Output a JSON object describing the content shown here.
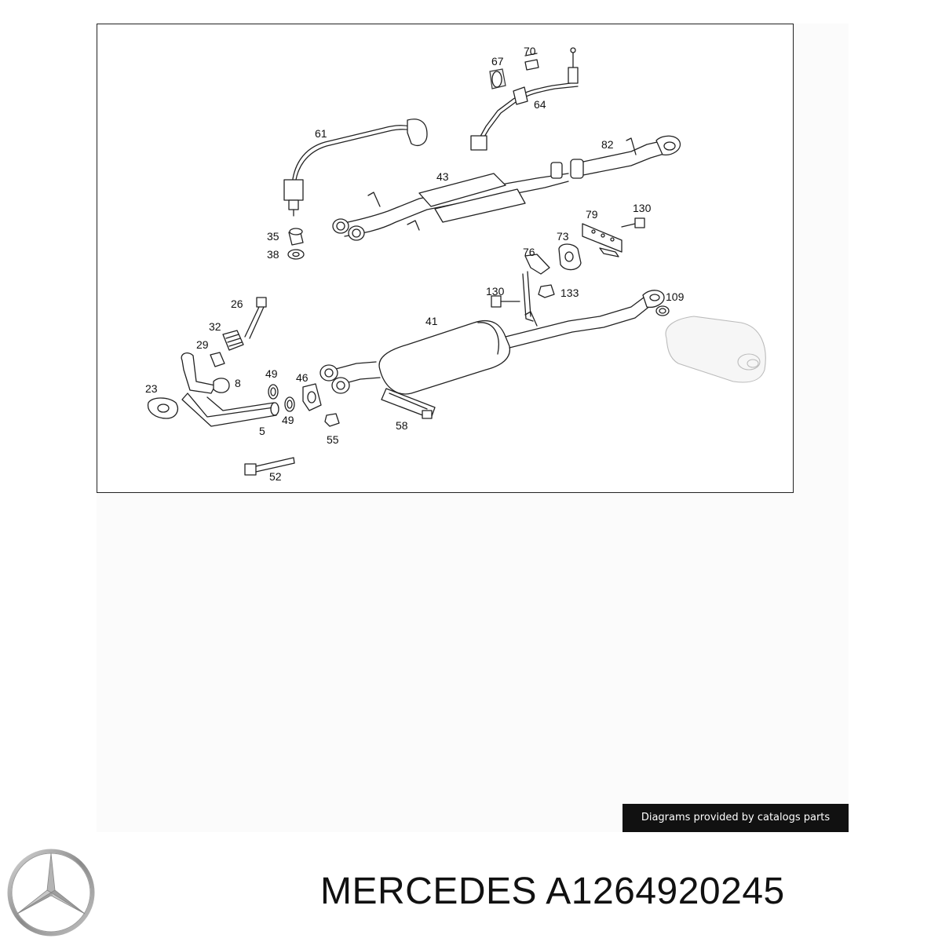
{
  "callouts": [
    "67",
    "70",
    "64",
    "61",
    "82",
    "43",
    "79",
    "130",
    "35",
    "38",
    "76",
    "73",
    "130",
    "133",
    "26",
    "109",
    "32",
    "41",
    "29",
    "23",
    "8",
    "49",
    "46",
    "5",
    "49",
    "55",
    "58",
    "52"
  ],
  "credit_text": "Diagrams provided by catalogs parts",
  "heading": {
    "brand": "MERCEDES",
    "part_number": "A1264920245"
  },
  "logo": {
    "icon": "mercedes-star-icon"
  }
}
